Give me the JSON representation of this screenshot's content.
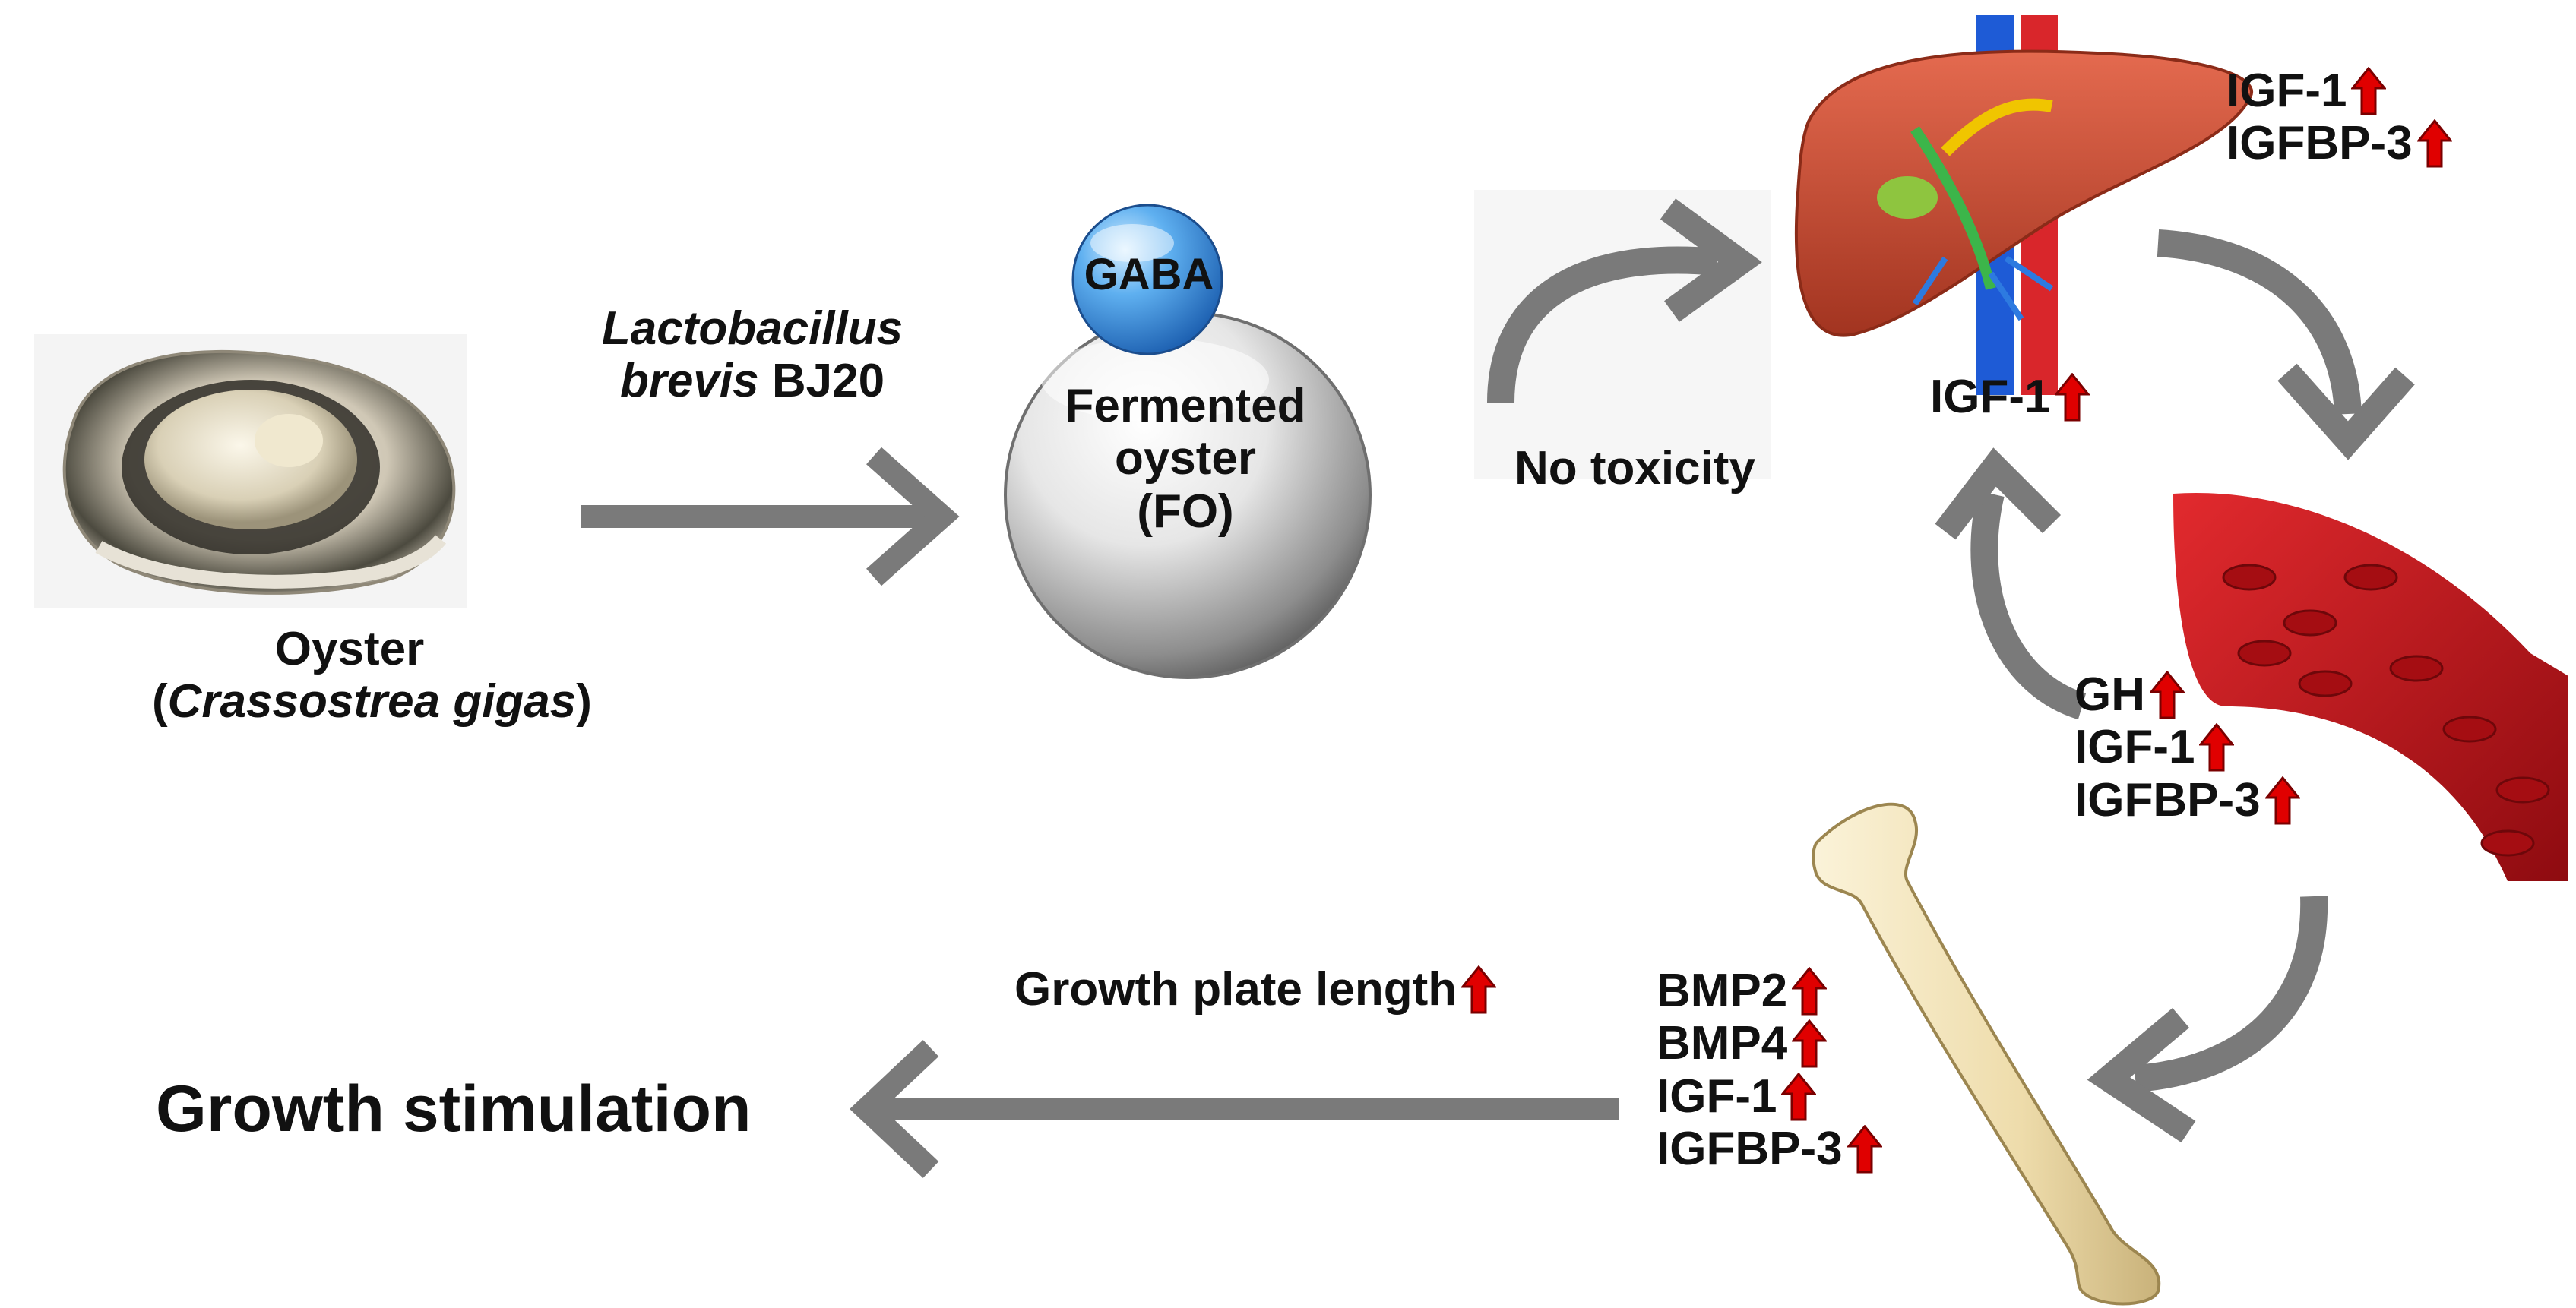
{
  "colors": {
    "arrow": "#7a7a7a",
    "up_arrow": "#e00000",
    "gaba_blue": "#3a8fe0",
    "liver": "#c9452d",
    "blood": "#c4161c",
    "bone": "#f1e2b8"
  },
  "oyster": {
    "name": "Oyster",
    "species_open": "(",
    "species": "Crassostrea gigas",
    "species_close": ")"
  },
  "fermentation": {
    "organism_genus": "Lactobacillus",
    "organism_species": "brevis",
    "strain": "BJ20"
  },
  "product": {
    "badge": "GABA",
    "line1": "Fermented",
    "line2": "oyster",
    "line3": "(FO)"
  },
  "safety": {
    "label": "No toxicity"
  },
  "liver": {
    "markers": [
      "IGF-1",
      "IGFBP-3"
    ],
    "output_marker": "IGF-1"
  },
  "serum": {
    "markers": [
      "GH",
      "IGF-1",
      "IGFBP-3"
    ]
  },
  "bone": {
    "markers": [
      "BMP2",
      "BMP4",
      "IGF-1",
      "IGFBP-3"
    ],
    "growth_plate": "Growth plate length"
  },
  "outcome": {
    "label": "Growth stimulation"
  },
  "icons": [
    "oyster-image",
    "gaba-sphere",
    "liver-image",
    "blood-vessel-image",
    "bone-image",
    "up-arrow-icon"
  ]
}
